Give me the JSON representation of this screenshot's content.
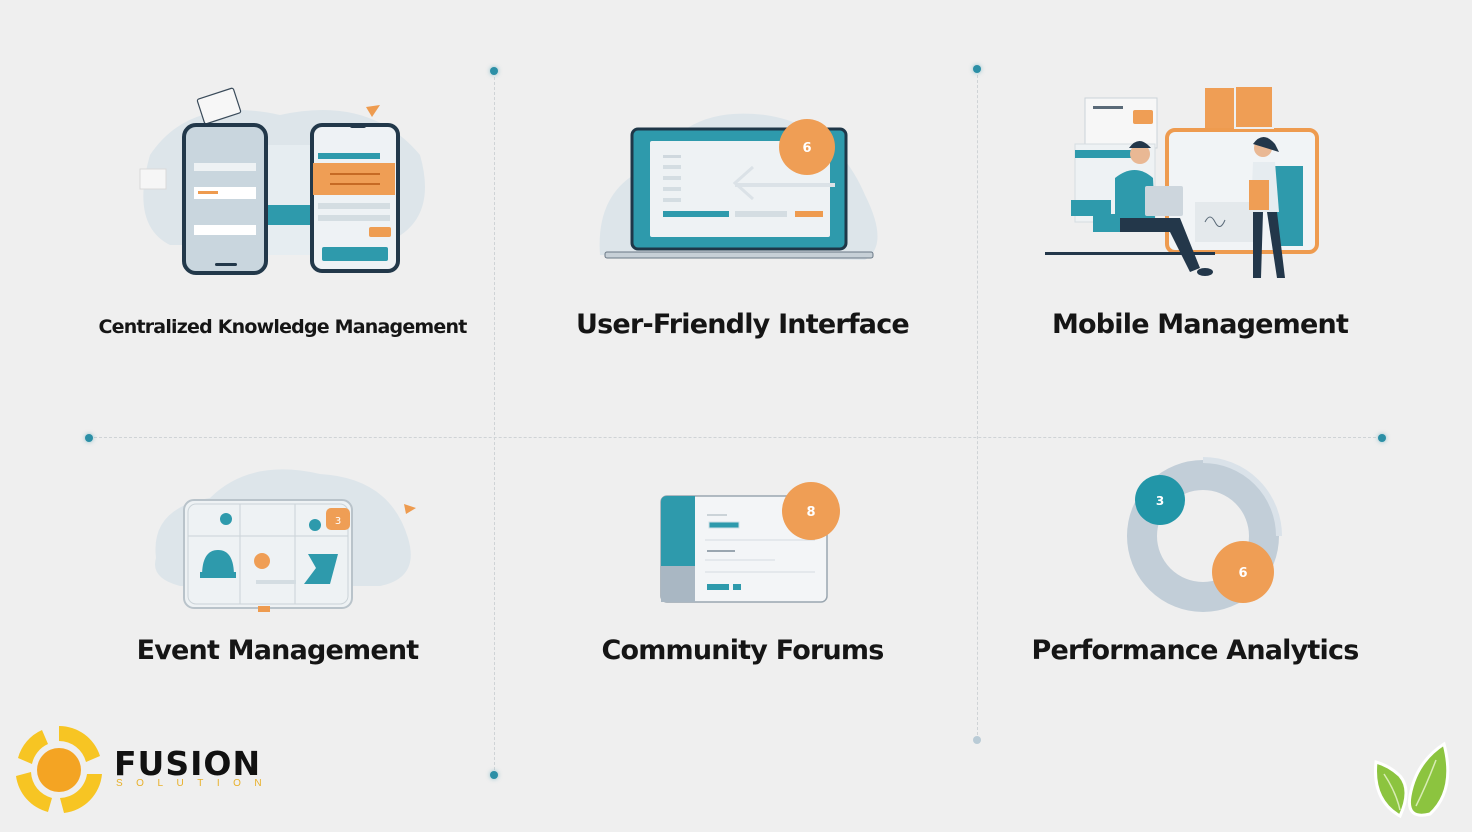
{
  "features": [
    {
      "id": "centralized-knowledge",
      "title": "Centralized Knowledge Management",
      "icon": "two-phones-icon",
      "badge": ""
    },
    {
      "id": "user-friendly",
      "title": "User-Friendly Interface",
      "icon": "laptop-icon",
      "badge": "6"
    },
    {
      "id": "mobile-management",
      "title": "Mobile Management",
      "icon": "people-with-screens-icon",
      "badge": ""
    },
    {
      "id": "event-management",
      "title": "Event Management",
      "icon": "event-board-icon",
      "badge": "3"
    },
    {
      "id": "community-forums",
      "title": "Community Forums",
      "icon": "forum-window-icon",
      "badge": "8"
    },
    {
      "id": "performance-analytics",
      "title": "Performance Analytics",
      "icon": "donut-chart-icon",
      "badge_teal": "3",
      "badge_orange": "6"
    }
  ],
  "brand": {
    "name": "FUSION",
    "tagline": "SOLUTION",
    "logo_icon": "sun-swirl-icon",
    "corner_icon": "green-leaves-icon"
  },
  "colors": {
    "background": "#efefef",
    "teal": "#2b96a8",
    "orange": "#eea05a",
    "navy": "#23374a",
    "logo_yellow": "#f7c523",
    "leaf_green": "#8cc43f"
  }
}
